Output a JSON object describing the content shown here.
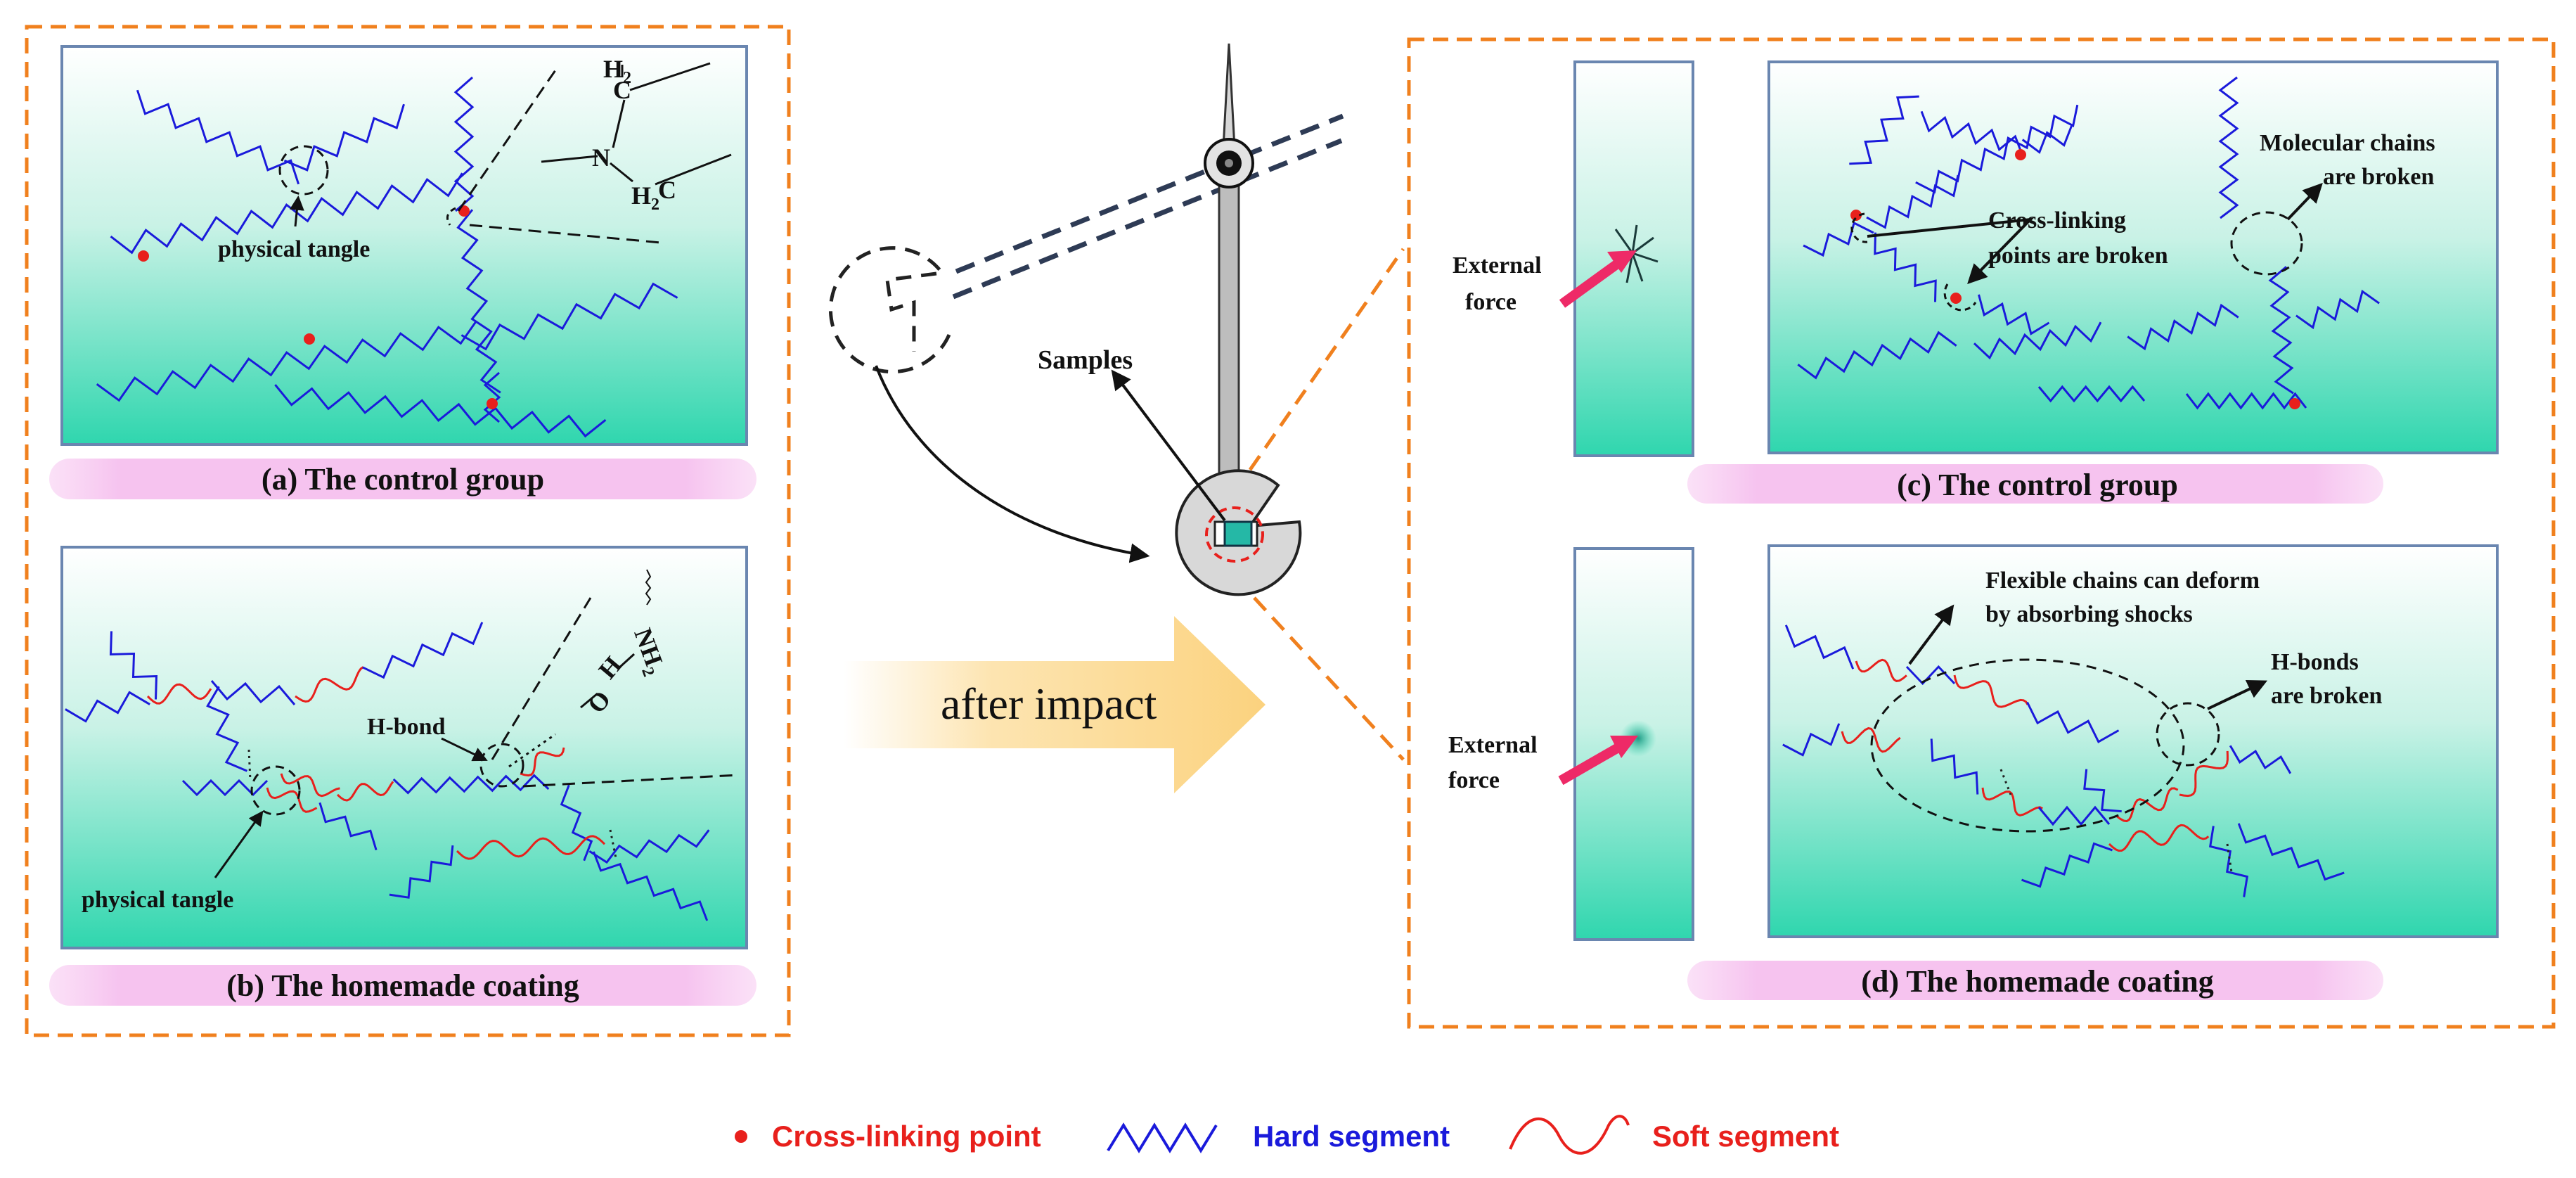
{
  "colors": {
    "hard": "#1a1adb",
    "soft": "#e8201c",
    "crosslink": "#e8201c",
    "frame": "#f0801e",
    "panel_top": "#ffffff",
    "panel_bottom": "#2fd6ae",
    "caption_bg": "#f8cdf2",
    "arrow_fill": "#fcd98f",
    "force_arrow": "#ee2a67"
  },
  "panel_a": {
    "caption": "(a) The control group",
    "physical_tangle": "physical tangle",
    "formula_h2_top": "H",
    "formula_h2_top_sub": "2",
    "formula_c_top": "C",
    "formula_n": "N",
    "formula_h2_bottom": "H",
    "formula_h2_bottom_sub": "2",
    "formula_c_bottom": "C"
  },
  "panel_b": {
    "caption": "(b) The homemade coating",
    "h_bond": "H-bond",
    "physical_tangle": "physical tangle",
    "group_o": "O",
    "group_h": "H",
    "group_n": "N",
    "group_h2": "H",
    "group_h2_sub": "2"
  },
  "center": {
    "samples": "Samples",
    "after_impact": "after impact"
  },
  "panel_c": {
    "caption": "(c) The control group",
    "external_force_line1": "External",
    "external_force_line2": "force",
    "crosslink_line1": "Cross-linking",
    "crosslink_line2": "points are broken",
    "molecular_line1": "Molecular  chains",
    "molecular_line2": "are broken"
  },
  "panel_d": {
    "caption": "(d) The homemade coating",
    "external_force_line1": "External",
    "external_force_line2": "force",
    "flexible_line1": "Flexible chains can deform",
    "flexible_line2": "by absorbing shocks",
    "hbonds_line1": "H-bonds",
    "hbonds_line2": "are broken"
  },
  "legend": {
    "crosslink": "Cross-linking point",
    "hard": "Hard segment",
    "soft": "Soft segment"
  }
}
